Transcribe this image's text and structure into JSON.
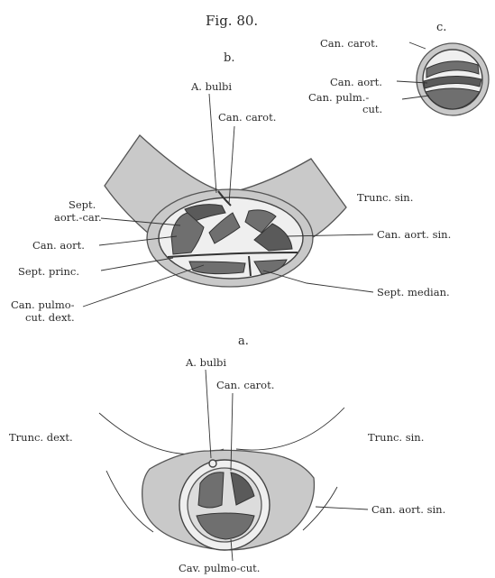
{
  "figure": {
    "title": "Fig. 80.",
    "panel_a": "a.",
    "panel_b": "b.",
    "panel_c": "c."
  },
  "labels_b": {
    "a_bulbi": "A. bulbi",
    "can_carot": "Can. carot.",
    "sept_aort_car_1": "Sept.",
    "sept_aort_car_2": "aort.-car.",
    "can_aort": "Can. aort.",
    "sept_princ": "Sept. princ.",
    "can_pulmo_1": "Can. pulmo-",
    "can_pulmo_2": "cut. dext.",
    "trunc_sin": "Trunc. sin.",
    "can_aort_sin": "Can. aort. sin.",
    "sept_median": "Sept. median."
  },
  "labels_c": {
    "can_carot": "Can. carot.",
    "can_aort": "Can. aort.",
    "can_pulm_1": "Can. pulm.-",
    "can_pulm_2": "cut."
  },
  "labels_a": {
    "a_bulbi": "A. bulbi",
    "can_carot": "Can. carot.",
    "trunc_dext": "Trunc. dext.",
    "trunc_sin": "Trunc. sin.",
    "can_aort_sin": "Can. aort. sin.",
    "cav_pulmo": "Cav. pulmo-cut."
  }
}
